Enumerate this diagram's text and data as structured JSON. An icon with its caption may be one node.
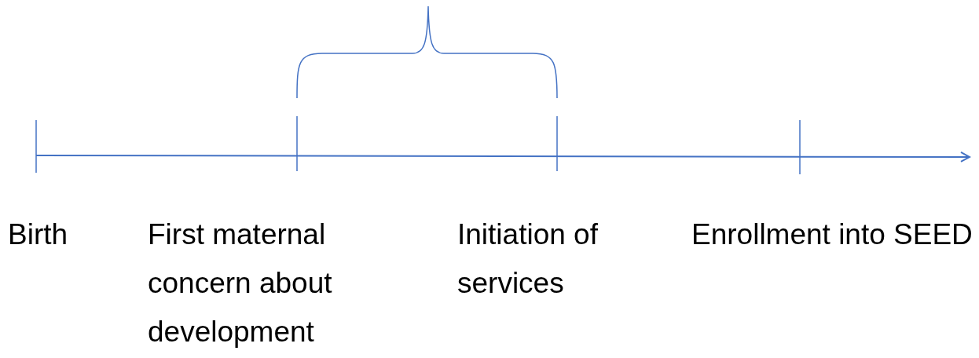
{
  "diagram": {
    "labels": [
      "Birth",
      "First maternal concern about development",
      "Initiation of services",
      "Enrollment into SEED"
    ]
  }
}
